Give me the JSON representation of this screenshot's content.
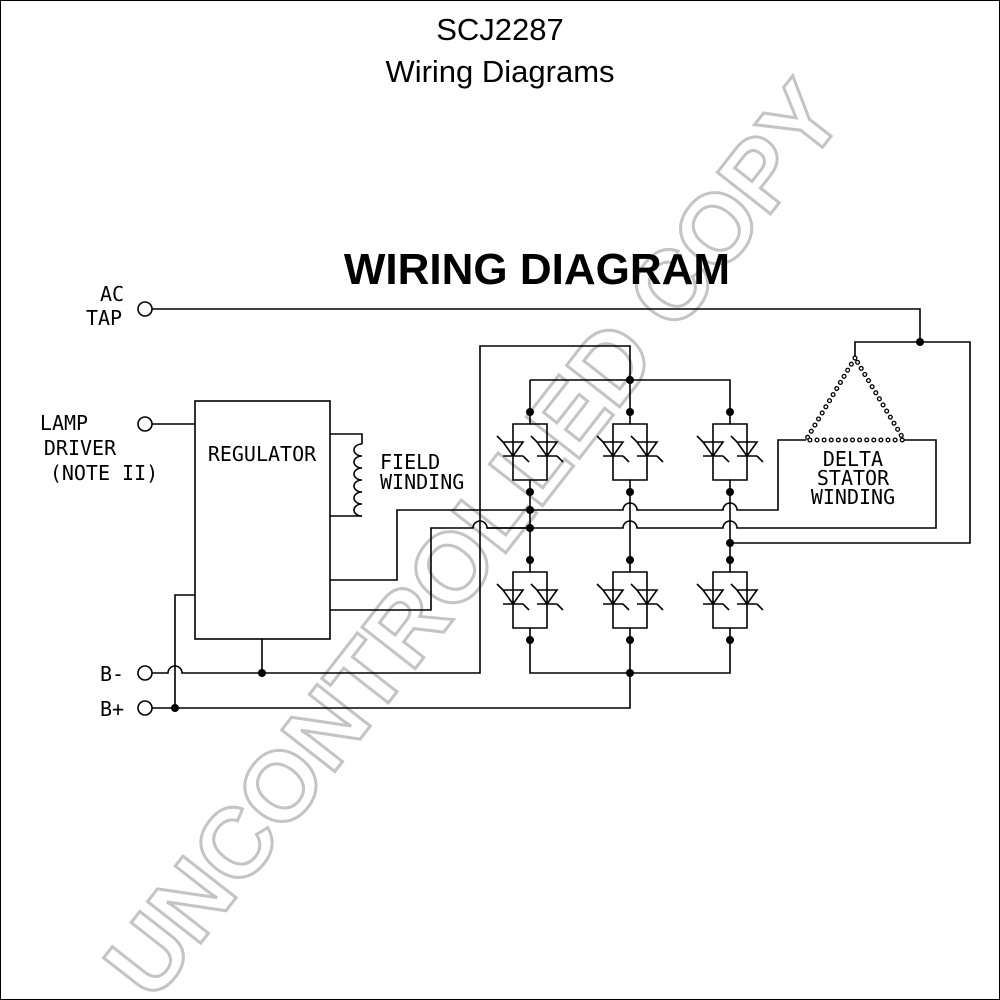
{
  "header": {
    "code": "SCJ2287",
    "subtitle": "Wiring Diagrams"
  },
  "diagram": {
    "title": "WIRING  DIAGRAM",
    "terminals": {
      "ac_line1": "AC",
      "ac_line2": "TAP",
      "lamp_line1": "LAMP",
      "lamp_line2": "DRIVER",
      "lamp_line3": "(NOTE II)",
      "b_minus": "B-",
      "b_plus": "B+"
    },
    "regulator": "REGULATOR",
    "field_line1": "FIELD",
    "field_line2": "WINDING",
    "stator_line1": "DELTA",
    "stator_line2": "STATOR",
    "stator_line3": "WINDING"
  },
  "watermark": "UNCONTROLLED COPY"
}
